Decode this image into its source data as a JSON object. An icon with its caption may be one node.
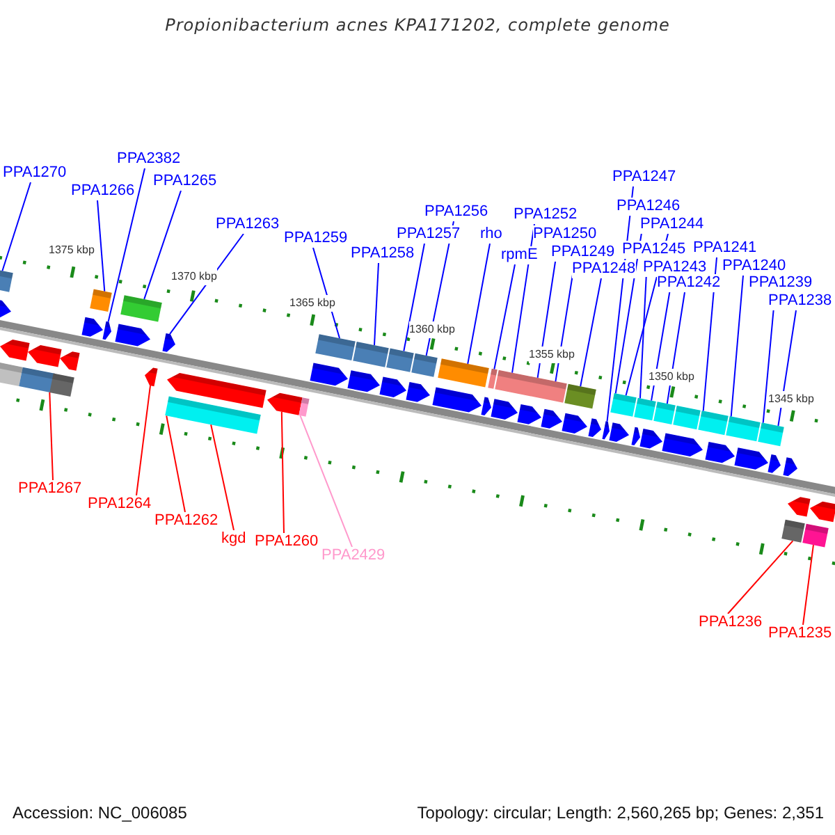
{
  "diagram": {
    "title": "Propionibacterium acnes KPA171202, complete genome",
    "nodes": [
      {
        "text": [
          "PPA1270"
        ]
      },
      {
        "text": [
          "PPA1266"
        ]
      },
      {
        "text": [
          "PPA2382"
        ]
      },
      {
        "text": [
          "PPA1265"
        ]
      },
      {
        "text": [
          "PPA1263"
        ]
      },
      {
        "text": [
          "PPA1259"
        ]
      },
      {
        "text": [
          "PPA1258"
        ]
      },
      {
        "text": [
          "PPA1257"
        ]
      },
      {
        "text": [
          "PPA1256"
        ]
      },
      {
        "text": [
          "rho"
        ]
      },
      {
        "text": [
          "rpmE"
        ]
      },
      {
        "text": [
          "PPA1252"
        ]
      },
      {
        "text": [
          "PPA1250"
        ]
      },
      {
        "text": [
          "PPA1249"
        ]
      },
      {
        "text": [
          "PPA1248"
        ]
      },
      {
        "text": [
          "PPA1247"
        ]
      },
      {
        "text": [
          "PPA1246"
        ]
      },
      {
        "text": [
          "PPA1244"
        ]
      },
      {
        "text": [
          "PPA1245"
        ]
      },
      {
        "text": [
          "PPA1243"
        ]
      },
      {
        "text": [
          "PPA1242"
        ]
      },
      {
        "text": [
          "PPA1241"
        ]
      },
      {
        "text": [
          "PPA1240"
        ]
      },
      {
        "text": [
          "PPA1239"
        ]
      },
      {
        "text": [
          "PPA1238"
        ]
      },
      {
        "text": [
          "PPA1267"
        ]
      },
      {
        "text": [
          "PPA1264"
        ]
      },
      {
        "text": [
          "PPA1262"
        ]
      },
      {
        "text": [
          "kgd"
        ]
      },
      {
        "text": [
          "PPA1260"
        ]
      },
      {
        "text": [
          "PPA2429"
        ]
      },
      {
        "text": [
          "PPA1236"
        ]
      },
      {
        "text": [
          "PPA1235"
        ]
      },
      {
        "text": [],
        "shape": "box"
      },
      {
        "text": [],
        "shape": "box"
      },
      {
        "text": [],
        "shape": "box"
      },
      {
        "text": [],
        "shape": "box"
      },
      {
        "text": [],
        "shape": "box"
      },
      {
        "text": [],
        "shape": "box"
      },
      {
        "text": [],
        "shape": "box"
      },
      {
        "text": [],
        "shape": "box"
      },
      {
        "text": [],
        "shape": "box"
      },
      {
        "text": [],
        "shape": "box"
      },
      {
        "text": [],
        "shape": "box"
      },
      {
        "text": [],
        "shape": "box"
      },
      {
        "text": [],
        "shape": "box"
      },
      {
        "text": [],
        "shape": "box"
      },
      {
        "text": [],
        "shape": "box"
      },
      {
        "text": [],
        "shape": "box"
      },
      {
        "text": [],
        "shape": "box"
      },
      {
        "text": [],
        "shape": "box"
      },
      {
        "text": [],
        "shape": "pentagon"
      },
      {
        "text": [],
        "shape": "pentagon"
      },
      {
        "text": [],
        "shape": "pentagon"
      },
      {
        "text": [],
        "shape": "pentagon"
      },
      {
        "text": [],
        "shape": "pentagon"
      },
      {
        "text": [],
        "shape": "pentagon"
      },
      {
        "text": [],
        "shape": "pentagon"
      },
      {
        "text": [],
        "shape": "pentagon"
      },
      {
        "text": [],
        "shape": "pentagon"
      },
      {
        "text": [],
        "shape": "pentagon"
      },
      {
        "text": [],
        "shape": "pentagon"
      },
      {
        "text": [],
        "shape": "pentagon"
      },
      {
        "text": [],
        "shape": "pentagon"
      },
      {
        "text": [],
        "shape": "pentagon"
      },
      {
        "text": [],
        "shape": "pentagon"
      },
      {
        "text": [],
        "shape": "pentagon"
      },
      {
        "text": [],
        "shape": "pentagon"
      },
      {
        "text": [],
        "shape": "pentagon"
      },
      {
        "text": [],
        "shape": "pentagon"
      },
      {
        "text": [],
        "shape": "pentagon"
      },
      {
        "text": [],
        "shape": "pentagon"
      },
      {
        "text": [],
        "shape": "pentagon"
      },
      {
        "text": [],
        "shape": "pentagon"
      },
      {
        "text": [],
        "shape": "pentagon"
      },
      {
        "text": [],
        "shape": "pentagon"
      },
      {
        "text": [],
        "shape": "pentagon"
      },
      {
        "text": [],
        "shape": "pentagon"
      },
      {
        "text": [],
        "shape": "pentagon"
      },
      {
        "text": [],
        "shape": "pentagon"
      },
      {
        "text": [],
        "shape": "pentagon"
      },
      {
        "text": [],
        "shape": "pentagon"
      },
      {
        "text": [],
        "shape": "box"
      },
      {
        "text": [],
        "shape": "pentagon"
      },
      {
        "text": [],
        "shape": "pentagon"
      },
      {
        "text": [],
        "shape": "box"
      },
      {
        "text": [],
        "shape": "box"
      },
      {
        "text": [],
        "shape": "box"
      },
      {
        "text": [],
        "shape": "box"
      },
      {
        "text": [],
        "shape": "box"
      },
      {
        "text": [],
        "shape": "box"
      }
    ],
    "edges": [
      {
        "from": 0,
        "to": 33,
        "arrow": "none"
      },
      {
        "from": 1,
        "to": 34,
        "arrow": "none"
      },
      {
        "from": 2,
        "to": 53,
        "arrow": "none"
      },
      {
        "from": 3,
        "to": 35,
        "arrow": "none"
      },
      {
        "from": 4,
        "to": 55,
        "arrow": "none"
      },
      {
        "from": 5,
        "to": 36,
        "arrow": "none"
      },
      {
        "from": 6,
        "to": 37,
        "arrow": "none"
      },
      {
        "from": 7,
        "to": 38,
        "arrow": "none"
      },
      {
        "from": 8,
        "to": 39,
        "arrow": "none"
      },
      {
        "from": 9,
        "to": 40,
        "arrow": "none"
      },
      {
        "from": 10,
        "to": 41,
        "arrow": "none"
      },
      {
        "from": 11,
        "to": 42,
        "arrow": "none"
      },
      {
        "from": 12,
        "to": 42,
        "arrow": "none"
      },
      {
        "from": 13,
        "to": 42,
        "arrow": "none"
      },
      {
        "from": 14,
        "to": 43,
        "arrow": "none"
      },
      {
        "from": 15,
        "to": 67,
        "arrow": "none"
      },
      {
        "from": 16,
        "to": 44,
        "arrow": "none"
      },
      {
        "from": 17,
        "to": 44,
        "arrow": "none"
      },
      {
        "from": 18,
        "to": 45,
        "arrow": "none"
      },
      {
        "from": 19,
        "to": 45,
        "arrow": "none"
      },
      {
        "from": 20,
        "to": 46,
        "arrow": "none"
      },
      {
        "from": 21,
        "to": 48,
        "arrow": "none"
      },
      {
        "from": 22,
        "to": 49,
        "arrow": "none"
      },
      {
        "from": 23,
        "to": 50,
        "arrow": "none"
      },
      {
        "from": 24,
        "to": 50,
        "arrow": "none"
      },
      {
        "from": 25,
        "to": 86,
        "arrow": "none",
        "color": "#ff0000"
      },
      {
        "from": 26,
        "to": 79,
        "arrow": "none",
        "color": "#ff0000"
      },
      {
        "from": 27,
        "to": 88,
        "arrow": "none",
        "color": "#ff0000"
      },
      {
        "from": 28,
        "to": 88,
        "arrow": "none",
        "color": "#ff0000"
      },
      {
        "from": 29,
        "to": 81,
        "arrow": "none",
        "color": "#ff0000"
      },
      {
        "from": 30,
        "to": 82,
        "arrow": "none",
        "color": "#ff99cc"
      },
      {
        "from": 31,
        "to": 89,
        "arrow": "none",
        "color": "#ff0000"
      },
      {
        "from": 32,
        "to": 90,
        "arrow": "none",
        "color": "#ff0000"
      }
    ],
    "labels": [
      "1375 kbp",
      "1370 kbp",
      "1365 kbp",
      "1360 kbp",
      "1355 kbp",
      "1350 kbp",
      "1345 kbp",
      "Accession: NC_006085",
      "Topology: circular; Length: 2,560,265 bp; Genes: 2,351"
    ]
  }
}
